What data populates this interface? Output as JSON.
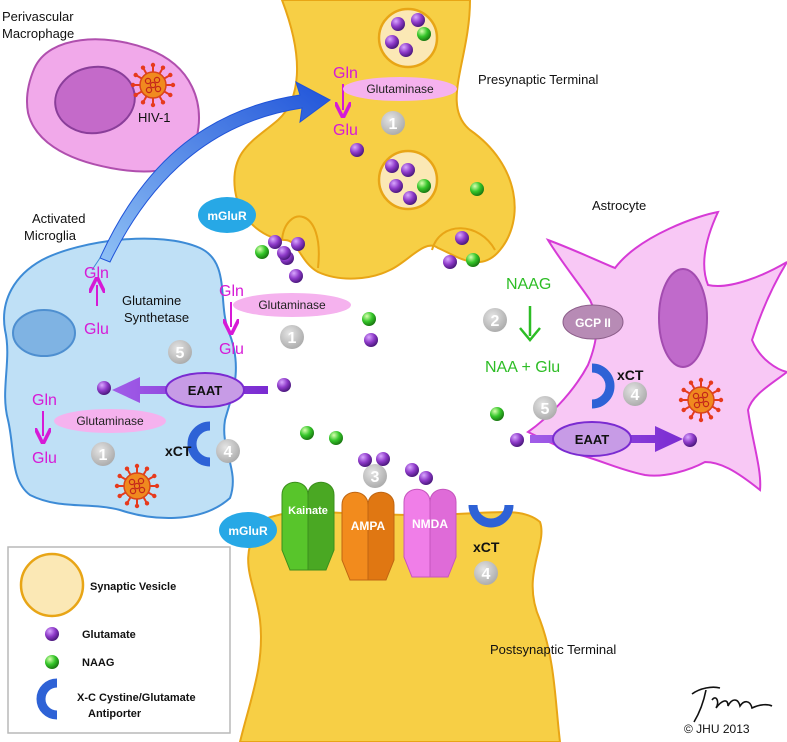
{
  "labels": {
    "perivascular_macrophage": [
      "Perivascular",
      "Macrophage"
    ],
    "hiv": "HIV-1",
    "activated_microglia": [
      "Activated",
      "Microglia"
    ],
    "presynaptic": "Presynaptic Terminal",
    "postsynaptic": "Postsynaptic Terminal",
    "astrocyte": "Astrocyte",
    "glutamine_synthetase": [
      "Glutamine",
      "Synthetase"
    ]
  },
  "metabolites": {
    "gln": "Gln",
    "glu": "Glu",
    "naag": "NAAG",
    "naa_glu": "NAA + Glu"
  },
  "enzymes": {
    "glutaminase": "Glutaminase",
    "gcp2": "GCP II",
    "eaat": "EAAT",
    "xct": "xCT",
    "mglur": "mGluR"
  },
  "receptors": {
    "kainate": "Kainate",
    "ampa": "AMPA",
    "nmda": "NMDA"
  },
  "steps": {
    "one": "1",
    "two": "2",
    "three": "3",
    "four": "4",
    "five": "5"
  },
  "legend": {
    "vesicle": "Synaptic Vesicle",
    "glutamate": "Glutamate",
    "naag": "NAAG",
    "antiporter": [
      "X-C Cystine/Glutamate",
      "Antiporter"
    ]
  },
  "copyright": "© JHU 2013",
  "colors": {
    "terminal": "#f7cf45",
    "terminal_stroke": "#e8a516",
    "astrocyte": "#f8c8f5",
    "astrocyte_stroke": "#d63ad6",
    "microglia": "#bfe0f6",
    "microglia_stroke": "#3d8bd6",
    "macrophage": "#f1a9ea",
    "glutamate": "#8e3ac9",
    "naag": "#35c62a",
    "transporter_blue": "#2e62d6",
    "eaat": "#c79be6",
    "step_badge": "#bdbdbd",
    "kainate": "#58c52b",
    "ampa": "#f28b1d",
    "nmda": "#f07ee8",
    "mglur": "#27a8e6"
  }
}
